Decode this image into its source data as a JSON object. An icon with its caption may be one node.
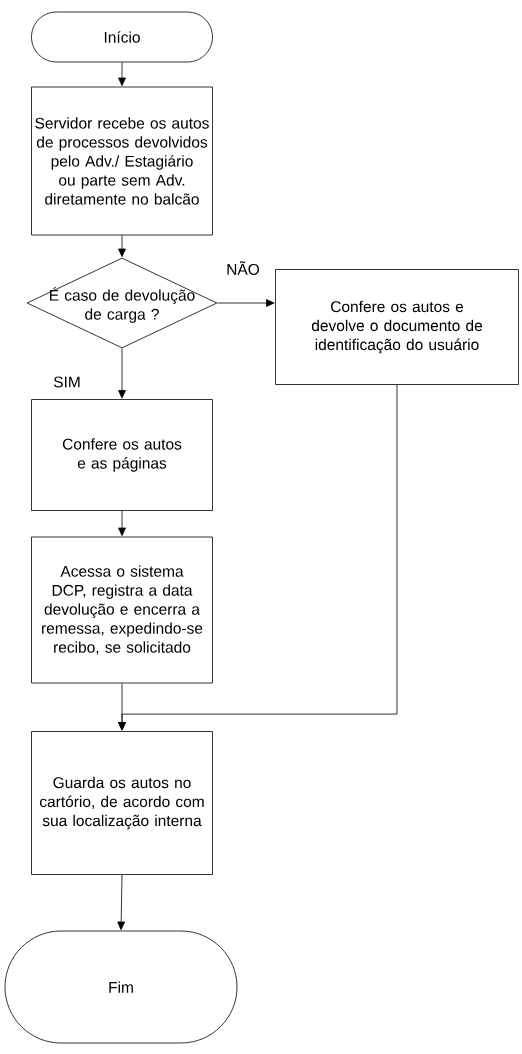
{
  "diagram": {
    "nodes": [
      {
        "text": [
          "Início"
        ]
      },
      {
        "text": [
          "Servidor recebe os autos de processos devolvidos pelo Adv./ Estagiário ou parte sem Adv. diretamente no balcão"
        ]
      },
      {
        "text": [
          "É caso de devolução de carga ?"
        ]
      },
      {
        "text": [
          "Confere os autos e devolve o documento de identificação do usuário"
        ]
      },
      {
        "text": [
          "Confere os autos e as páginas"
        ]
      },
      {
        "text": [
          "Acessa o sistema DCP, registra a data devolução e encerra a remessa, expedindo-se recibo, se solicitado"
        ]
      },
      {
        "text": [
          "Guarda os autos no cartório, de acordo com sua localização interna"
        ]
      },
      {
        "text": [
          "Fim"
        ]
      }
    ],
    "edges": [
      {
        "from": 0,
        "to": 1,
        "arrow": "to"
      },
      {
        "from": 1,
        "to": 2,
        "arrow": "to"
      },
      {
        "from": 2,
        "to": 3,
        "arrow": "to",
        "label": "NÃO"
      },
      {
        "from": 2,
        "to": 4,
        "arrow": "to",
        "label": "SIM"
      },
      {
        "from": 4,
        "to": 5,
        "arrow": "to"
      },
      {
        "from": 5,
        "to": 6,
        "arrow": "to"
      },
      {
        "from": 3,
        "to": 6,
        "arrow": "to"
      },
      {
        "from": 6,
        "to": 7,
        "arrow": "to"
      }
    ]
  }
}
